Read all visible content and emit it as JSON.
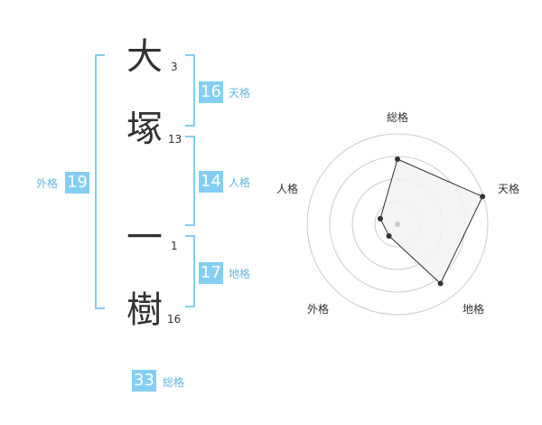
{
  "name": {
    "chars": [
      {
        "char": "大",
        "strokes": "3"
      },
      {
        "char": "塚",
        "strokes": "13"
      },
      {
        "char": "一",
        "strokes": "1"
      },
      {
        "char": "樹",
        "strokes": "16"
      }
    ]
  },
  "fortune": {
    "tenkaku": {
      "value": "16",
      "label": "天格"
    },
    "jinkaku": {
      "value": "14",
      "label": "人格"
    },
    "chikaku": {
      "value": "17",
      "label": "地格"
    },
    "gaikaku": {
      "value": "19",
      "label": "外格"
    },
    "soukaku": {
      "value": "33",
      "label": "総格"
    }
  },
  "colors": {
    "accent": "#84cef4",
    "accent_text": "#62b6e6",
    "text": "#333333",
    "radar_fill": "#f2f2f2",
    "radar_grid": "#cccccc"
  },
  "chart_data": {
    "type": "radar",
    "axes": [
      "総格",
      "天格",
      "地格",
      "外格",
      "人格"
    ],
    "values": [
      0.72,
      0.99,
      0.81,
      0.16,
      0.2
    ],
    "rings": 4
  }
}
